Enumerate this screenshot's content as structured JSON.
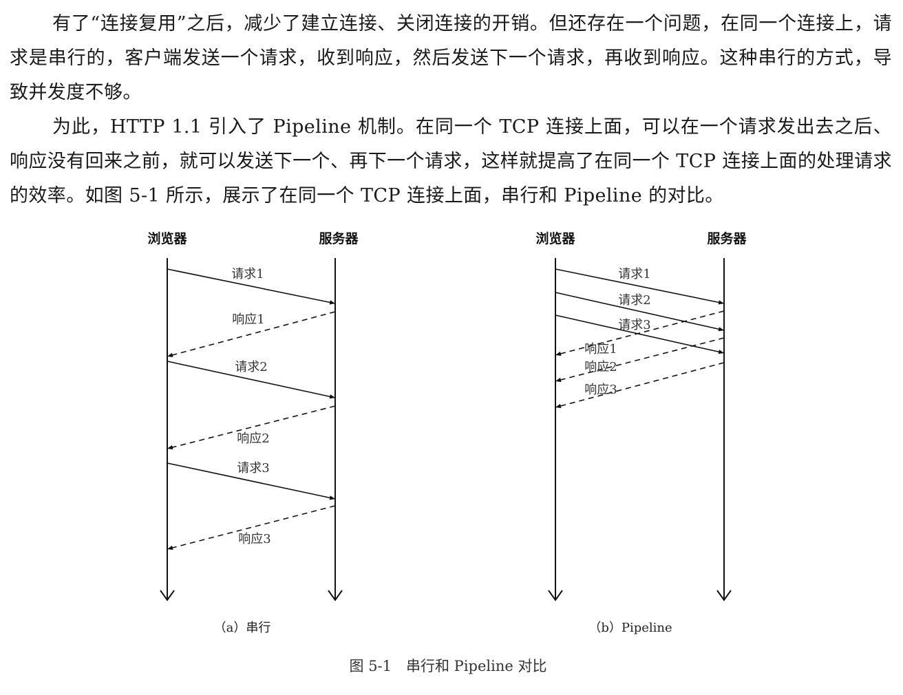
{
  "paragraphs": [
    "有了“连接复用”之后，减少了建立连接、关闭连接的开销。但还存在一个问题，在同一个连接上，请求是串行的，客户端发送一个请求，收到响应，然后发送下一个请求，再收到响应。这种串行的方式，导致并发度不够。",
    "为此，HTTP 1.1 引入了 Pipeline 机制。在同一个 TCP 连接上面，可以在一个请求发出去之后、响应没有回来之前，就可以发送下一个、再下一个请求，这样就提高了在同一个 TCP 连接上面的处理请求的效率。如图 5-1 所示，展示了在同一个 TCP 连接上面，串行和 Pipeline 的对比。"
  ],
  "figure": {
    "panel_a": {
      "browser_label": "浏览器",
      "server_label": "服务器",
      "subcaption": "（a）串行",
      "messages": [
        {
          "label": "请求1",
          "kind": "request"
        },
        {
          "label": "响应1",
          "kind": "response"
        },
        {
          "label": "请求2",
          "kind": "request"
        },
        {
          "label": "响应2",
          "kind": "response"
        },
        {
          "label": "请求3",
          "kind": "request"
        },
        {
          "label": "响应3",
          "kind": "response"
        }
      ]
    },
    "panel_b": {
      "browser_label": "浏览器",
      "server_label": "服务器",
      "subcaption": "（b）Pipeline",
      "messages": [
        {
          "label": "请求1",
          "kind": "request"
        },
        {
          "label": "请求2",
          "kind": "request"
        },
        {
          "label": "请求3",
          "kind": "request"
        },
        {
          "label": "响应1",
          "kind": "response"
        },
        {
          "label": "响应2",
          "kind": "response"
        },
        {
          "label": "响应3",
          "kind": "response"
        }
      ]
    },
    "caption": "图 5-1　串行和 Pipeline 对比"
  }
}
